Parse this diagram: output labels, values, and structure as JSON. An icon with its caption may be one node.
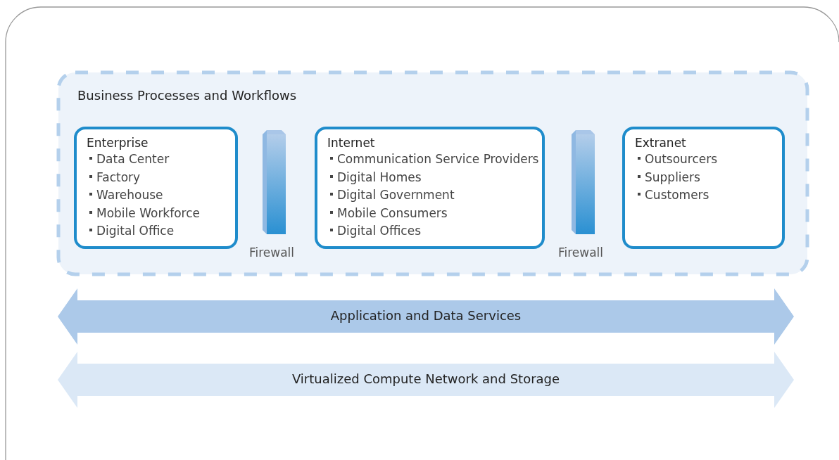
{
  "diagram": {
    "nodes": [
      {
        "text": [
          "Business Processes and Workflows"
        ]
      },
      {
        "text": [
          "Enterprise",
          "Data Center",
          "Factory",
          "Warehouse",
          "Mobile Workforce",
          "Digital Office"
        ],
        "in": 0
      },
      {
        "text": [
          "Firewall"
        ],
        "in": 0
      },
      {
        "text": [
          "Internet",
          "Communication Service Providers",
          "Digital Homes",
          "Digital Government",
          "Mobile Consumers",
          "Digital Offices"
        ],
        "in": 0
      },
      {
        "text": [
          "Firewall"
        ],
        "in": 0
      },
      {
        "text": [
          "Extranet",
          "Outsourcers",
          "Suppliers",
          "Customers"
        ],
        "in": 0
      },
      {
        "text": [
          "Application and Data Services"
        ]
      },
      {
        "text": [
          "Virtualized Compute Network and Storage"
        ]
      }
    ],
    "edges": []
  }
}
